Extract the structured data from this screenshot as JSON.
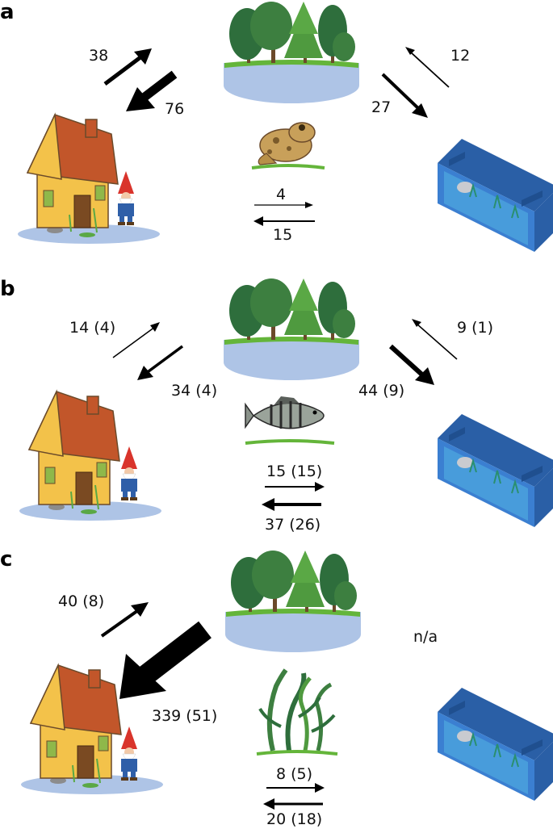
{
  "colors": {
    "arrow": "#000000",
    "water": "#aec4e6",
    "grass": "#64b53a",
    "tree_dark": "#2e6e3c",
    "tree_light": "#4f9a3f",
    "house_wall": "#f3c24a",
    "house_roof": "#c2562a",
    "tank_blue": "#3b7fd1"
  },
  "icons": [
    "forest-pond-icon",
    "house-with-pond-icon",
    "garden-gnome-icon",
    "aquarium-tank-icon",
    "frog-icon",
    "perch-fish-icon",
    "aquatic-plant-icon"
  ],
  "panels": [
    {
      "letter": "a",
      "organism": "frog",
      "house_to_wild": "38",
      "wild_to_house": "76",
      "aquarium_to_wild": "12",
      "wild_to_aquarium": "27",
      "house_to_aquarium": "4",
      "aquarium_to_house": "15"
    },
    {
      "letter": "b",
      "organism": "fish",
      "house_to_wild": "14 (4)",
      "wild_to_house": "34 (4)",
      "aquarium_to_wild": "9 (1)",
      "wild_to_aquarium": "44 (9)",
      "house_to_aquarium": "15 (15)",
      "aquarium_to_house": "37 (26)"
    },
    {
      "letter": "c",
      "organism": "plant",
      "house_to_wild": "40 (8)",
      "wild_to_house": "339 (51)",
      "aquarium_link": "n/a",
      "house_to_aquarium": "8 (5)",
      "aquarium_to_house": "20 (18)"
    }
  ]
}
